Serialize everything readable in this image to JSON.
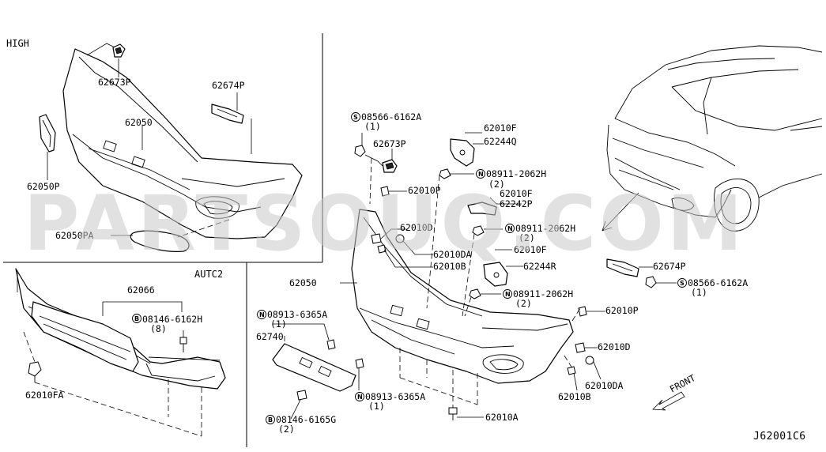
{
  "watermark": "PARTSOUQ.COM",
  "sections": {
    "high": "HIGH",
    "autc2": "AUTC2"
  },
  "diagram_ref": "J62001C6",
  "front_label": "FRONT",
  "labels": {
    "p62673P_top": "62673P",
    "p62674P_top": "62674P",
    "p62050_top": "62050",
    "p62050P": "62050P",
    "p62050PA": "62050PA",
    "p62066": "62066",
    "p08146_6162H": "08146-6162H",
    "p08146_6162H_qty": "(8)",
    "p62010FA": "62010FA",
    "p08566_6162A_top": "08566-6162A",
    "p08566_6162A_top_qty": "(1)",
    "p62673P_mid": "62673P",
    "p62010P_mid": "62010P",
    "p62010D_mid": "62010D",
    "p62010DA_mid": "62010DA",
    "p62010B_mid": "62010B",
    "p62050_mid": "62050",
    "p62010F_1": "62010F",
    "p62244Q": "62244Q",
    "p08911_2062H_1": "08911-2062H",
    "p08911_2062H_1_qty": "(2)",
    "p62010F_2": "62010F",
    "p62242P": "62242P",
    "p08911_2062H_2": "08911-2062H",
    "p08911_2062H_2_qty": "(2)",
    "p62010F_3": "62010F",
    "p62244R": "62244R",
    "p08911_2062H_3": "08911-2062H",
    "p08911_2062H_3_qty": "(2)",
    "p62674P_right": "62674P",
    "p08566_6162A_right": "08566-6162A",
    "p08566_6162A_right_qty": "(1)",
    "p62010P_right": "62010P",
    "p62010D_right": "62010D",
    "p62010DA_right": "62010DA",
    "p62010B_right": "62010B",
    "p08913_6365A_1": "08913-6365A",
    "p08913_6365A_1_qty": "(1)",
    "p62740": "62740",
    "p08913_6365A_2": "08913-6365A",
    "p08913_6365A_2_qty": "(1)",
    "p08146_6165G": "08146-6165G",
    "p08146_6165G_qty": "(2)",
    "p62010A": "62010A"
  },
  "symbols": {
    "screw": "S",
    "nut": "N",
    "bolt": "B"
  }
}
